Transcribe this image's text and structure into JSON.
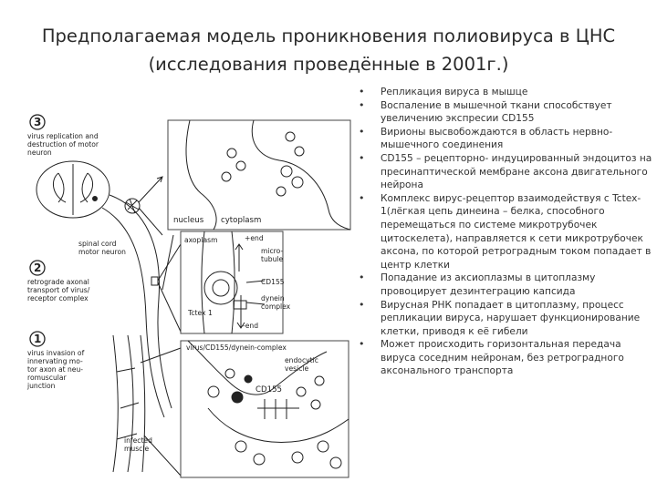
{
  "slide": {
    "title_line1": "Предполагаемая модель проникновения полиовируса в ЦНС",
    "title_line2": "(исследования проведённые в 2001г.)"
  },
  "bullets": [
    "Репликация вируса в мышце",
    "Воспаление в мышечной ткани способствует увеличению экспресии CD155",
    "Вирионы высвобождаются в область нервно-мышечного соединения",
    "CD155 – рецепторно- индуцированный эндоцитоз на пресинаптической мембране аксона двигательного нейрона",
    "Комплекс вирус-рецептор взаимодействуя с Tctex-1(лёгкая цепь динеина – белка, способного перемещаться по системе микротрубочек цитоскелета), направляется к сети микротрубочек аксона, по которой ретроградным током попадает в центр клетки",
    "Попадание из аксиоплазмы в цитоплазму провоцирует дезинтеграцию капсида",
    "Вирусная РНК попадает в цитоплазму, процесс репликации вируса, нарушает функционирование клетки, приводя к её гибели",
    "Может происходить горизонтальная передача вируса соседним нейронам, без ретроградного аксонального транспорта"
  ],
  "figure": {
    "step3_number": "3",
    "step3_label": [
      "virus replication and",
      "destruction of motor",
      "neuron"
    ],
    "step2_number": "2",
    "step2_label": [
      "retrograde axonal",
      "transport of virus/",
      "receptor complex"
    ],
    "step1_number": "1",
    "step1_label": [
      "virus invasion of",
      "innervating mo-",
      "tor axon at neu-",
      "romuscular",
      "junction"
    ],
    "spinal_cord_label": [
      "spinal cord",
      "motor neuron"
    ],
    "infected_muscle_label": [
      "infected",
      "muscle"
    ],
    "panel_top": {
      "nucleus": "nucleus",
      "cytoplasm": "cytoplasm"
    },
    "panel_mid": {
      "axoplasm": "axoplasm",
      "plus_end": "+end",
      "minus_end": "-end",
      "microtubule": [
        "micro-",
        "tubule"
      ],
      "cd155": "CD155",
      "dynein": [
        "dynein",
        "complex"
      ],
      "tctex": "Tctex 1"
    },
    "panel_bot": {
      "complex": "virus/CD155/dynein-complex",
      "endocytic": [
        "endocytic",
        "vesicle"
      ],
      "cd155": "CD155"
    },
    "colors": {
      "line": "#222222",
      "panel_border": "#444444"
    }
  }
}
